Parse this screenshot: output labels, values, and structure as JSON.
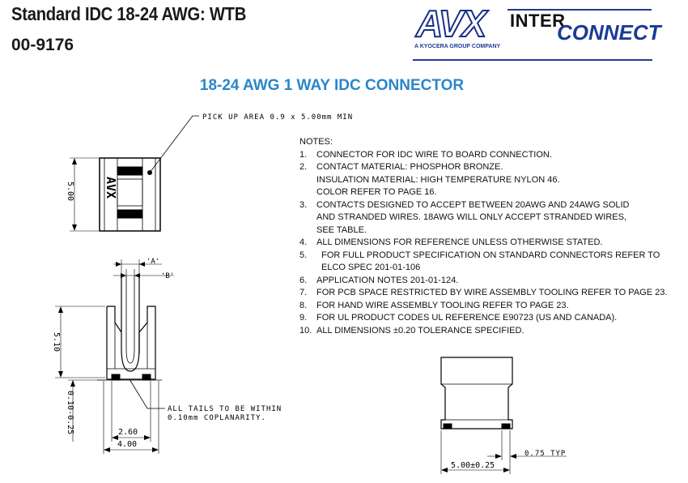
{
  "header": {
    "title": "Standard IDC 18-24 AWG: WTB",
    "part_number": "00-9176"
  },
  "logo": {
    "brand": "AVX",
    "inter": "INTER",
    "connect": "CONNECT",
    "tagline": "A KYOCERA GROUP COMPANY",
    "brand_color": "#1b3b96"
  },
  "heading": "18-24 AWG 1 WAY IDC CONNECTOR",
  "heading_color": "#2a86c9",
  "notes": {
    "title": "NOTES:",
    "items": [
      {
        "num": "1.",
        "lines": [
          "CONNECTOR FOR IDC WIRE TO BOARD CONNECTION."
        ]
      },
      {
        "num": "2.",
        "lines": [
          "CONTACT MATERIAL: PHOSPHOR BRONZE.",
          "INSULATION MATERIAL: HIGH TEMPERATURE NYLON 46.",
          "COLOR REFER TO PAGE 16."
        ]
      },
      {
        "num": "3.",
        "lines": [
          "CONTACTS DESIGNED TO ACCEPT BETWEEN 20AWG AND 24AWG SOLID",
          "AND STRANDED WIRES. 18AWG WILL ONLY ACCEPT STRANDED WIRES,",
          "SEE TABLE."
        ]
      },
      {
        "num": "4.",
        "lines": [
          "ALL DIMENSIONS FOR REFERENCE UNLESS OTHERWISE STATED."
        ]
      },
      {
        "num": "5.",
        "lines": [
          "  FOR FULL PRODUCT SPECIFICATION ON STANDARD CONNECTORS REFER TO",
          "ELCO SPEC 201-01-106"
        ]
      },
      {
        "num": "6.",
        "lines": [
          "APPLICATION NOTES 201-01-124."
        ]
      },
      {
        "num": "7.",
        "lines": [
          "FOR PCB SPACE RESTRICTED BY WIRE ASSEMBLY TOOLING REFER TO PAGE 23."
        ]
      },
      {
        "num": "8.",
        "lines": [
          "FOR HAND WIRE ASSEMBLY TOOLING REFER TO PAGE 23."
        ]
      },
      {
        "num": "9.",
        "lines": [
          "FOR UL PRODUCT CODES UL REFERENCE E90723 (US AND CANADA)."
        ]
      },
      {
        "num": "10.",
        "lines": [
          "ALL DIMENSIONS ±0.20 TOLERANCE SPECIFIED."
        ]
      }
    ]
  },
  "drawing": {
    "pickup_label": "PICK UP AREA 0.9 x 5.00mm MIN",
    "top_height": "5.00",
    "avx_mark": "AVX",
    "dim_a": "'A'",
    "dim_b": "'B'",
    "front_height": "5.10",
    "tail_dim": "0.10-0.25",
    "tails_note_1": "ALL TAILS TO BE WITHIN",
    "tails_note_2": "0.10mm COPLANARITY.",
    "pitch_width": "2.60",
    "overall_width": "4.00",
    "side_typ": "0.75 TYP",
    "side_width": "5.00±0.25"
  }
}
